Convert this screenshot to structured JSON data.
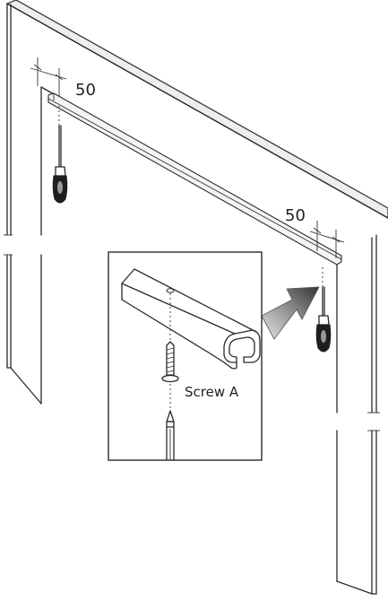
{
  "labels": {
    "dimension_left": "50",
    "dimension_right": "50",
    "screw_label": "Screw A"
  },
  "colors": {
    "line": "#2a2a2a",
    "wall_fill": "#f6f6f6",
    "arrow_dark": "#3a3a3a",
    "arrow_light": "#d8d8d8"
  }
}
